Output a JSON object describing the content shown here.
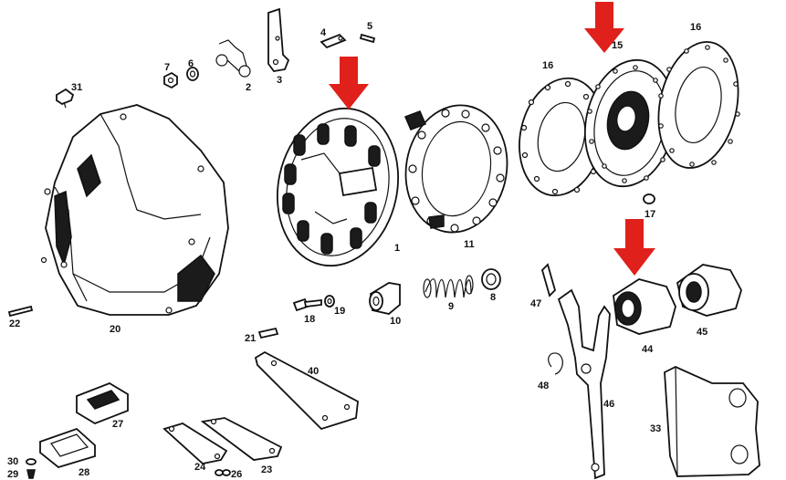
{
  "diagram": {
    "accent_arrow_color": "#e0201b",
    "line_color": "#111111",
    "background": "#ffffff",
    "labels": {
      "l1": "1",
      "l2": "2",
      "l3": "3",
      "l4": "4",
      "l5": "5",
      "l6": "6",
      "l7": "7",
      "l8": "8",
      "l9": "9",
      "l10": "10",
      "l11": "11",
      "l15": "15",
      "l16a": "16",
      "l16b": "16",
      "l17": "17",
      "l18": "18",
      "l19": "19",
      "l20": "20",
      "l21": "21",
      "l22": "22",
      "l23": "23",
      "l24": "24",
      "l26": "26",
      "l27": "27",
      "l28": "28",
      "l29": "29",
      "l30": "30",
      "l31": "31",
      "l33": "33",
      "l40": "40",
      "l44": "44",
      "l45": "45",
      "l46": "46",
      "l47": "47",
      "l48": "48"
    },
    "icons": [
      "down-arrow-icon"
    ]
  }
}
